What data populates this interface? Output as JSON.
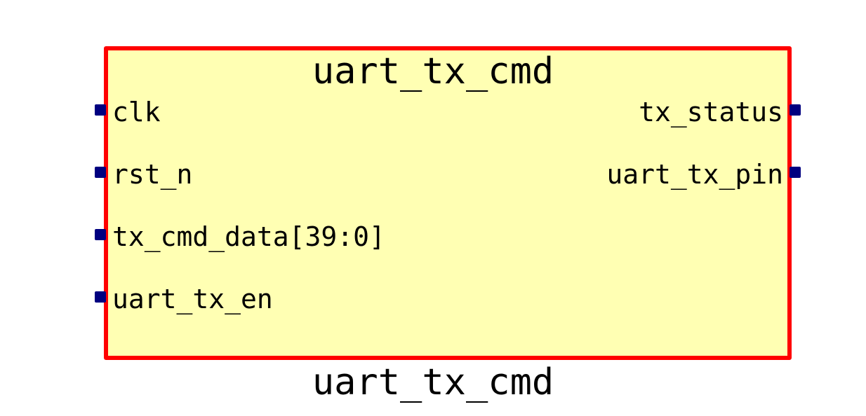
{
  "module": {
    "title": "uart_tx_cmd",
    "instance_name": "uart_tx_cmd"
  },
  "inputs": [
    {
      "name": "clk"
    },
    {
      "name": "rst_n"
    },
    {
      "name": "tx_cmd_data[39:0]"
    },
    {
      "name": "uart_tx_en"
    }
  ],
  "outputs": [
    {
      "name": "tx_status"
    },
    {
      "name": "uart_tx_pin"
    }
  ],
  "colors": {
    "block_fill": "#ffffb3",
    "block_border": "#ff0000",
    "pin": "#000080",
    "text": "#000000"
  }
}
